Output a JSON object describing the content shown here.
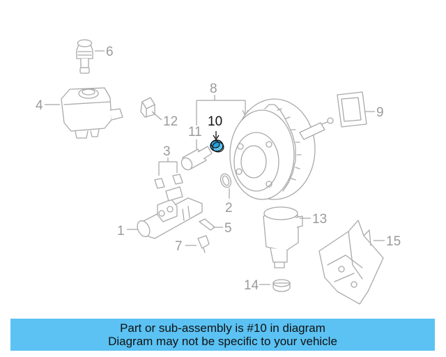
{
  "labels": {
    "l1": "1",
    "l2": "2",
    "l3": "3",
    "l4": "4",
    "l5": "5",
    "l6": "6",
    "l7": "7",
    "l8": "8",
    "l9": "9",
    "l10": "10",
    "l11": "11",
    "l12": "12",
    "l13": "13",
    "l14": "14",
    "l15": "15"
  },
  "colors": {
    "highlight_part": "#5bc2f3",
    "banner_bg": "#5bc2f3",
    "line_gray": "#a9a9a9"
  },
  "banner": {
    "line1": "Part or sub-assembly is #10 in diagram",
    "line2": "Diagram may not be specific to your vehicle"
  }
}
